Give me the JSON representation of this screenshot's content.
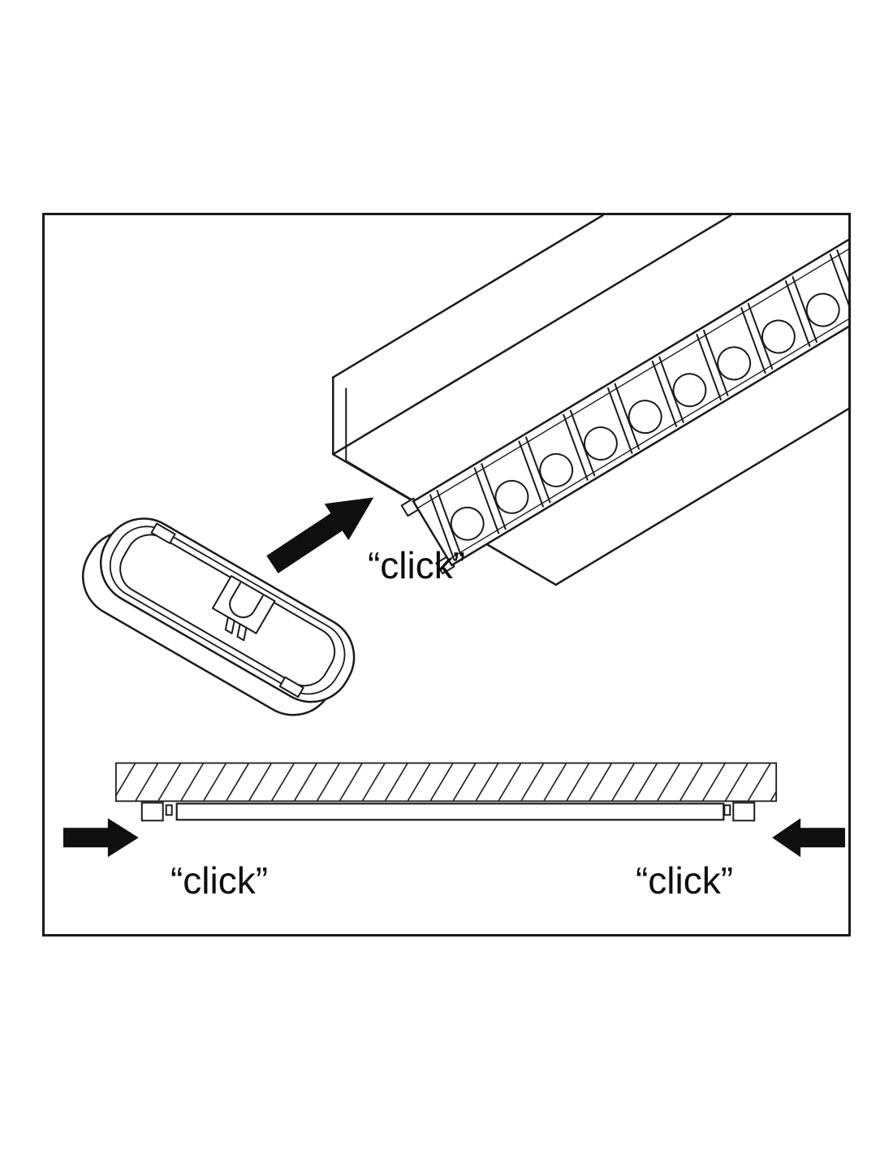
{
  "canvas": {
    "background": "#ffffff",
    "border_color": "#1a1a1a",
    "line_color": "#1a1a1a",
    "arrow_color": "#0f0f0f"
  },
  "diagram": {
    "labels": {
      "click_top": "“click”",
      "click_bottom_left": "“click”",
      "click_bottom_right": "“click”"
    },
    "arrows": [
      {
        "name": "insert-arrow",
        "direction": "up-right"
      },
      {
        "name": "press-arrow-left",
        "direction": "right"
      },
      {
        "name": "press-arrow-right",
        "direction": "left"
      }
    ]
  }
}
